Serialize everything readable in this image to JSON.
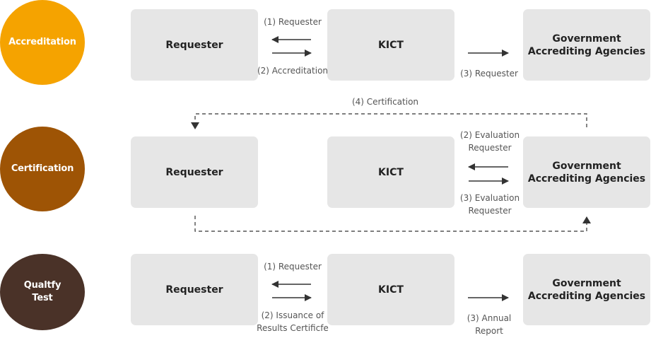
{
  "rows": [
    {
      "stage": "Accreditation",
      "stage_color": "#f5a300",
      "boxes": [
        "Requester",
        "KICT",
        "Government\nAccrediting Agencies"
      ],
      "labels": [
        "(1) Requester",
        "(2) Accreditation",
        "(3) Requester"
      ]
    },
    {
      "stage": "Certification",
      "stage_color": "#9e5405",
      "boxes": [
        "Requester",
        "KICT",
        "Government\nAccrediting Agencies"
      ],
      "labels": [
        "(2) Evaluation\nRequester",
        "(3) Evaluation\nRequester",
        "(4) Certification"
      ]
    },
    {
      "stage": "Qualtfy\nTest",
      "stage_color": "#4a3228",
      "boxes": [
        "Requester",
        "KICT",
        "Government\nAccrediting Agencies"
      ],
      "labels": [
        "(1) Requester",
        "(2) Issuance of\nResults Certificfe",
        "(3) Annual\nReport"
      ]
    }
  ],
  "colors": {
    "box_bg": "#e6e6e6",
    "arrow": "#333333",
    "label": "#555555"
  }
}
